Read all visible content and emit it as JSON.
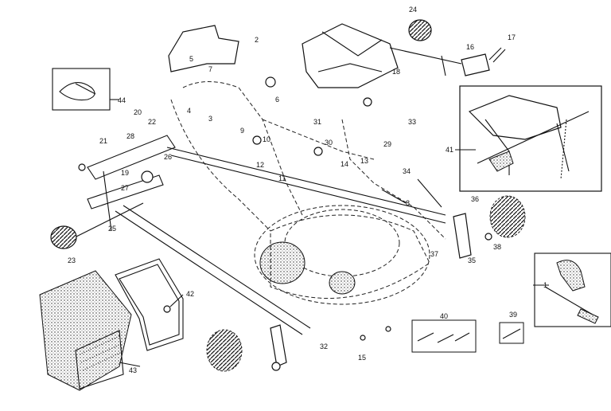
{
  "diagram": {
    "part_labels": [
      "1",
      "2",
      "3",
      "4",
      "5",
      "6",
      "7",
      "8",
      "9",
      "10",
      "11",
      "12",
      "13",
      "14",
      "15",
      "16",
      "17",
      "18",
      "19",
      "20",
      "21",
      "22",
      "23",
      "24",
      "25",
      "26",
      "27",
      "28",
      "29",
      "30",
      "31",
      "32",
      "33",
      "34",
      "35",
      "36",
      "37",
      "38",
      "39",
      "40",
      "41",
      "42",
      "43",
      "44"
    ]
  },
  "colors": {
    "ink": "#111111",
    "paper": "#ffffff"
  }
}
